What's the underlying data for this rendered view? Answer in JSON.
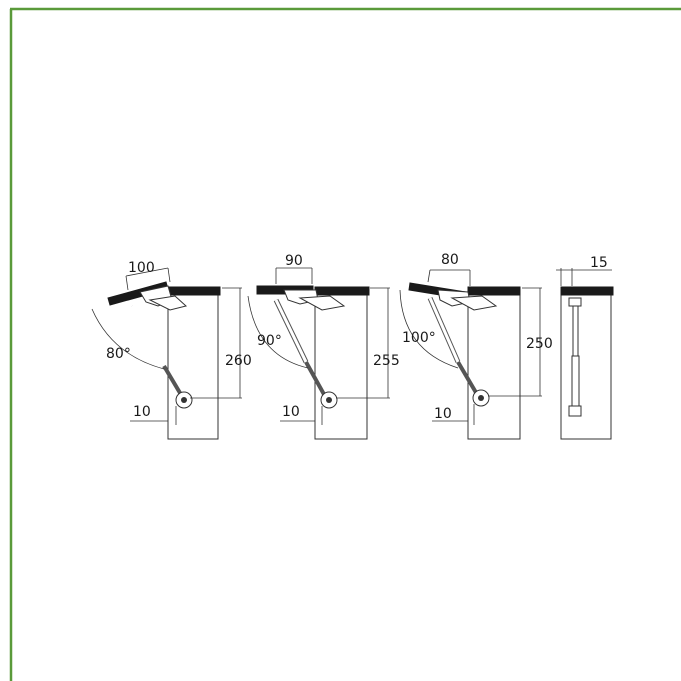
{
  "frame": {
    "border_color": "#5a9a3a"
  },
  "diagrams": [
    {
      "opening_angle": "80°",
      "width_dim": "100",
      "height_dim": "260",
      "offset_dim": "10"
    },
    {
      "opening_angle": "90°",
      "width_dim": "90",
      "height_dim": "255",
      "offset_dim": "10"
    },
    {
      "opening_angle": "100°",
      "width_dim": "80",
      "height_dim": "250",
      "offset_dim": "10"
    },
    {
      "side_dim": "15"
    }
  ]
}
